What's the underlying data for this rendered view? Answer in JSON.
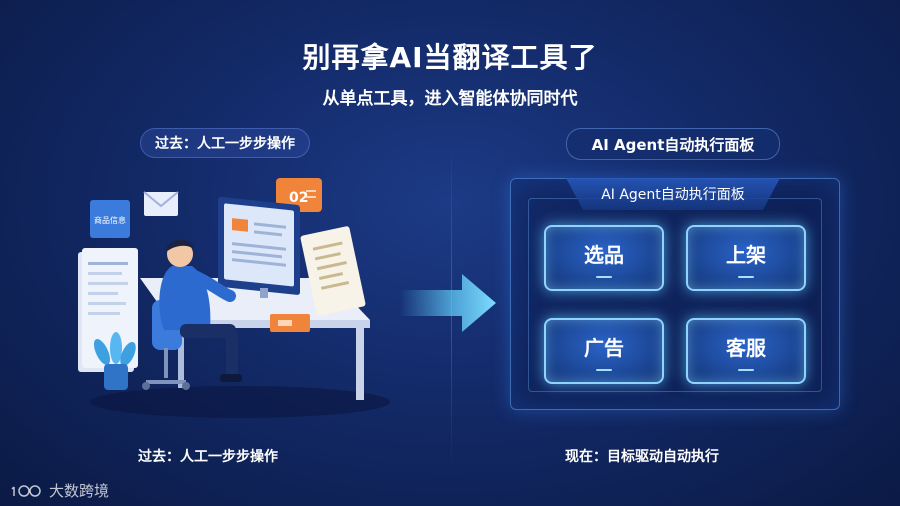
{
  "title": "别再拿AI当翻译工具了",
  "subtitle": "从单点工具，进入智能体协同时代",
  "left": {
    "pill": "过去：人工一步步操作",
    "caption": "过去：人工一步步操作",
    "illustration": {
      "badge_text": "02",
      "card_text": "商品信息"
    }
  },
  "right": {
    "pill": "AI Agent自动执行面板",
    "panel_header": "AI Agent自动执行面板",
    "tiles": [
      "选品",
      "上架",
      "广告",
      "客服"
    ],
    "caption": "现在：目标驱动自动执行"
  },
  "watermark": {
    "text": "大数跨境",
    "icon": "infinity-logo-icon"
  },
  "colors": {
    "background": "#132a68",
    "tile_glow": "#8fd4ff",
    "arrow": "#5fc8f5"
  }
}
